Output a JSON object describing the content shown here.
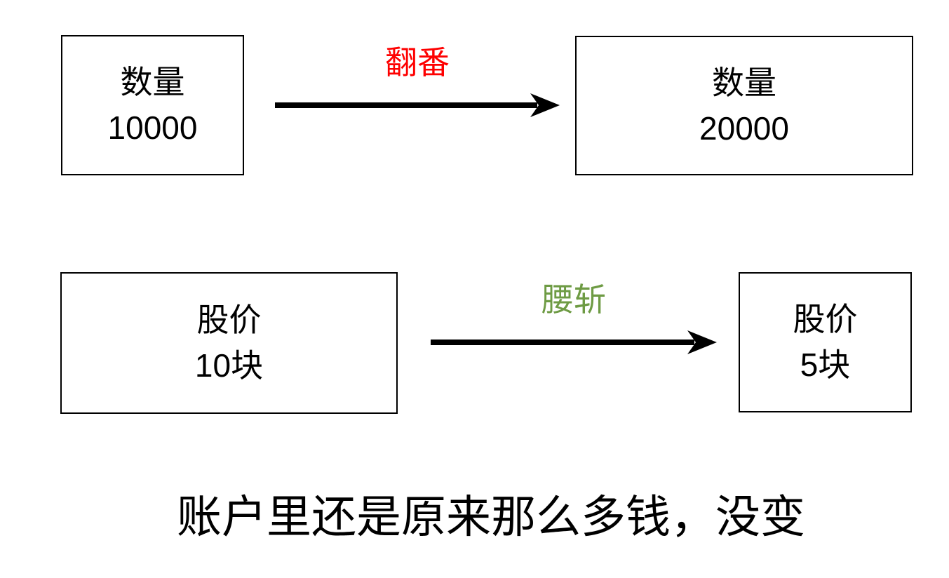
{
  "colors": {
    "background": "#ffffff",
    "box_border": "#000000",
    "box_text": "#000000",
    "arrow": "#000000",
    "double_label": "#fe0000",
    "halve_label": "#6e9b44",
    "caption_text": "#000000"
  },
  "rows": [
    {
      "from": {
        "line1": "数量",
        "line2": "10000"
      },
      "label": "翻番",
      "to": {
        "line1": "数量",
        "line2": "20000"
      }
    },
    {
      "from": {
        "line1": "股价",
        "line2": "10块"
      },
      "label": "腰斩",
      "to": {
        "line1": "股价",
        "line2": "5块"
      }
    }
  ],
  "caption": "账户里还是原来那么多钱，没变",
  "icons": {
    "arrow_right": "right-arrow"
  }
}
